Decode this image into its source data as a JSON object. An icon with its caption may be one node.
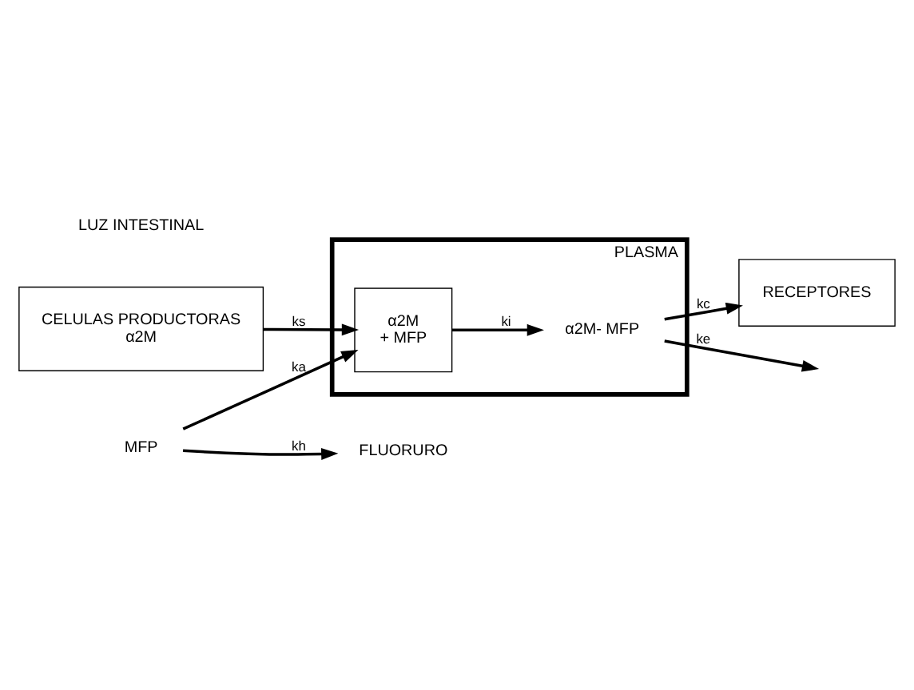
{
  "diagram": {
    "nodes": [
      {
        "text": [
          "PLASMA"
        ]
      },
      {
        "text": [
          "CELULAS PRODUCTORAS",
          "α2M"
        ]
      },
      {
        "text": [
          "α2M",
          "+ MFP"
        ],
        "in": 0
      },
      {
        "text": [
          "α2M- MFP"
        ],
        "in": 0
      },
      {
        "text": [
          "MFP"
        ]
      },
      {
        "text": [
          "FLUORURO"
        ]
      },
      {
        "text": [
          "RECEPTORES"
        ]
      }
    ],
    "edges": [
      {
        "from": 4,
        "to": 5,
        "label": "kh",
        "arrow": "to"
      },
      {
        "from": 4,
        "to": 2,
        "label": "ka",
        "arrow": "to"
      },
      {
        "from": 1,
        "to": 2,
        "label": "ks",
        "arrow": "to"
      },
      {
        "from": 2,
        "to": 3,
        "label": "ki",
        "arrow": "to"
      },
      {
        "from": 3,
        "to": null,
        "label": "ke",
        "arrow": "to"
      },
      {
        "from": 3,
        "to": 6,
        "label": "kc",
        "arrow": "to"
      }
    ],
    "labels": [
      "LUZ INTESTINAL"
    ]
  }
}
